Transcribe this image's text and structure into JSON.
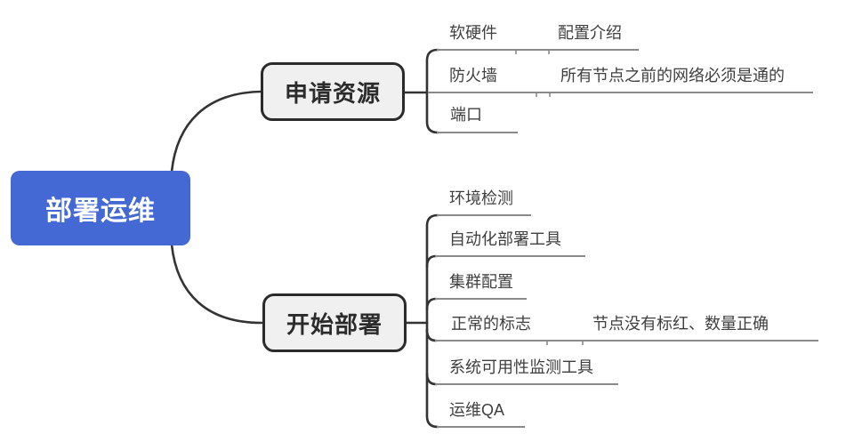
{
  "colors": {
    "root_fill": "#4569d4",
    "root_text": "#ffffff",
    "branch_fill": "#f0f0f0",
    "branch_border": "#2b2b2b",
    "branch_text": "#2b2b2b",
    "child_text": "#3f3f3f",
    "connector_dark": "#333333",
    "connector_light": "#8a8a8a",
    "canvas_bg": "#ffffff"
  },
  "tree": {
    "root": {
      "label": "部署运维"
    },
    "branches": [
      {
        "label": "申请资源",
        "children": [
          {
            "label": "软硬件",
            "note": "配置介绍"
          },
          {
            "label": "防火墙",
            "note": "所有节点之前的网络必须是通的"
          },
          {
            "label": "端口"
          }
        ]
      },
      {
        "label": "开始部署",
        "children": [
          {
            "label": "环境检测"
          },
          {
            "label": "自动化部署工具"
          },
          {
            "label": "集群配置"
          },
          {
            "label": "正常的标志",
            "note": "节点没有标红、数量正确"
          },
          {
            "label": "系统可用性监测工具"
          },
          {
            "label": "运维QA"
          }
        ]
      }
    ]
  }
}
